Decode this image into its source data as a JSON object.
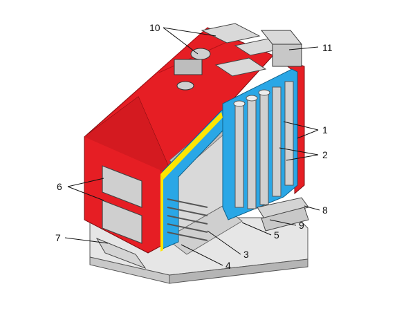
{
  "callouts": [
    {
      "id": "c10",
      "text": "10"
    },
    {
      "id": "c11",
      "text": "11"
    },
    {
      "id": "c1",
      "text": "1"
    },
    {
      "id": "c2",
      "text": "2"
    },
    {
      "id": "c6",
      "text": "6"
    },
    {
      "id": "c8",
      "text": "8"
    },
    {
      "id": "c9",
      "text": "9"
    },
    {
      "id": "c7",
      "text": "7"
    },
    {
      "id": "c5",
      "text": "5"
    },
    {
      "id": "c3",
      "text": "3"
    },
    {
      "id": "c4",
      "text": "4"
    }
  ],
  "colors": {
    "casing_red": "#e61e24",
    "casing_red_dark": "#c8161b",
    "insulation_blue": "#2aa7e6",
    "insulation_yellow": "#ffe600",
    "steel_light": "#e6e6e6",
    "steel_mid": "#c9c9c9",
    "steel_dark": "#9e9e9e"
  }
}
